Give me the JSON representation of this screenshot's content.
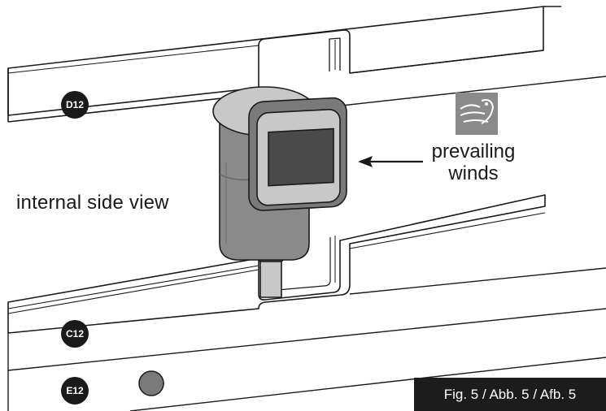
{
  "labels": {
    "side_view": "internal side view",
    "prevailing_line1": "prevailing",
    "prevailing_line2": "winds",
    "figure_caption": "Fig. 5 / Abb. 5 / Afb. 5"
  },
  "badges": {
    "top": "D12",
    "middle": "C12",
    "bottom": "E12"
  },
  "icons": {
    "wind": "wind-icon",
    "arrow": "arrow-left-icon"
  },
  "colors": {
    "ink": "#1a1a1a",
    "sensor_body": "#8a8a8a",
    "sensor_cap": "#c8c8c8",
    "screen": "#4a4a4a",
    "caption_bg": "#1c1c1c"
  }
}
